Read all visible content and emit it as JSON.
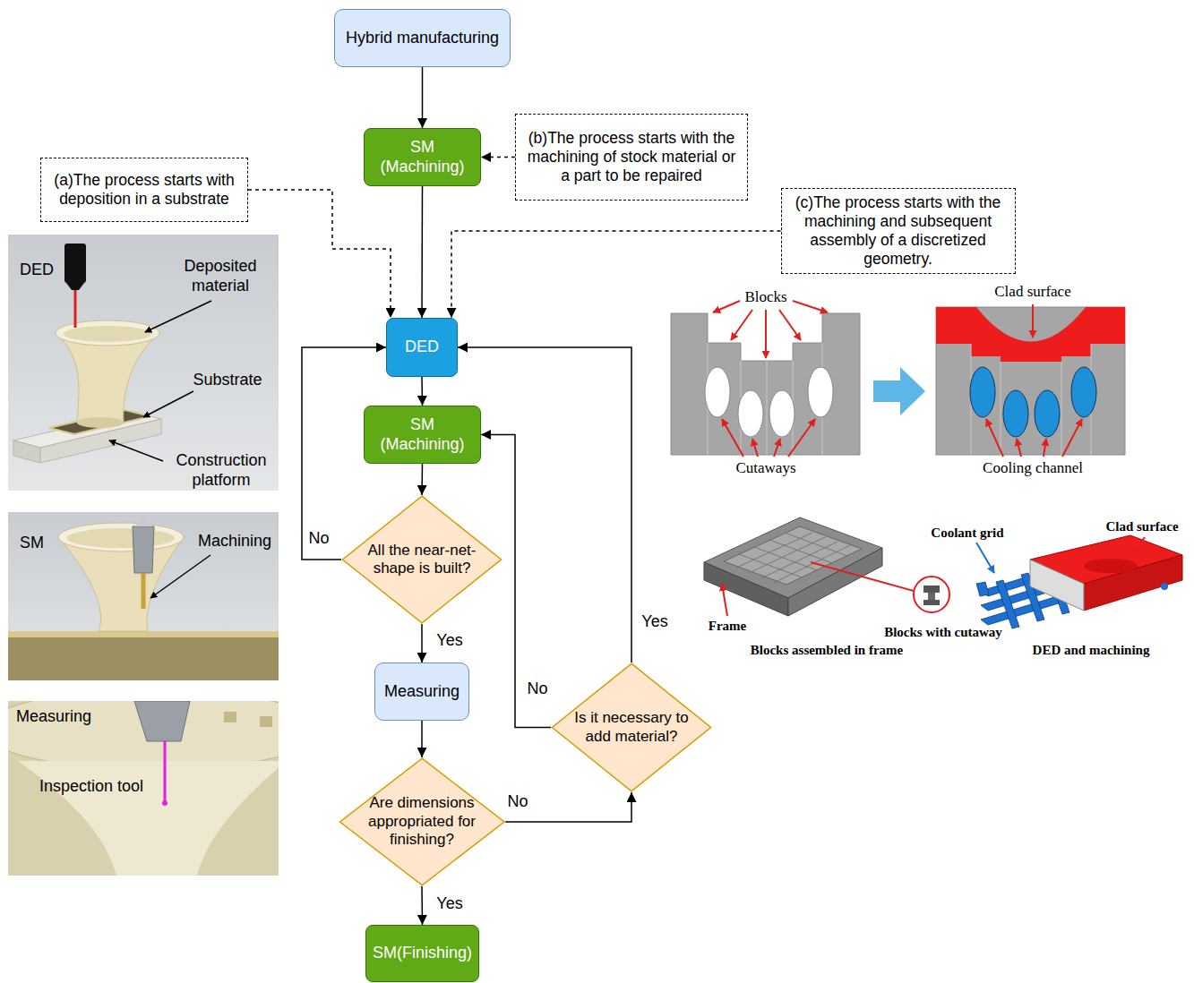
{
  "diagram": {
    "nodes": [
      {
        "text": [
          "Hybrid manufacturing"
        ]
      },
      {
        "text": [
          "SM (Machining)"
        ]
      },
      {
        "text": [
          "(b)The process starts with the machining of stock material or a part to be repaired"
        ]
      },
      {
        "text": [
          "(a)The process starts with deposition in a substrate"
        ]
      },
      {
        "text": [
          "(c)The process starts with the machining and subsequent assembly of a discretized geometry."
        ]
      },
      {
        "text": [
          "DED"
        ]
      },
      {
        "text": [
          "SM (Machining)"
        ]
      },
      {
        "text": [
          "All the near-net-shape is built?"
        ]
      },
      {
        "text": [
          "Measuring"
        ]
      },
      {
        "text": [
          "Are dimensions appropriated for finishing?"
        ]
      },
      {
        "text": [
          "Is it necessary to add material?"
        ]
      },
      {
        "text": [
          "SM(Finishing)"
        ]
      }
    ],
    "edges": [
      {
        "from": 0,
        "to": 1,
        "arrow": "to"
      },
      {
        "from": 1,
        "to": 5,
        "arrow": "to"
      },
      {
        "from": 2,
        "to": 1,
        "arrow": "to"
      },
      {
        "from": 3,
        "to": 5,
        "arrow": "to"
      },
      {
        "from": 4,
        "to": 5,
        "arrow": "to"
      },
      {
        "from": 5,
        "to": 6,
        "arrow": "to"
      },
      {
        "from": 6,
        "to": 7,
        "arrow": "to"
      },
      {
        "from": 7,
        "to": 5,
        "label": "No",
        "arrow": "to"
      },
      {
        "from": 7,
        "to": 8,
        "label": "Yes",
        "arrow": "to"
      },
      {
        "from": 8,
        "to": 9,
        "arrow": "to"
      },
      {
        "from": 9,
        "to": 11,
        "label": "Yes",
        "arrow": "to"
      },
      {
        "from": 9,
        "to": 10,
        "label": "No",
        "arrow": "to"
      },
      {
        "from": 10,
        "to": 5,
        "label": "Yes",
        "arrow": "to"
      },
      {
        "from": 10,
        "to": 6,
        "label": "No",
        "arrow": "to"
      }
    ],
    "labels": [
      "DED",
      "Deposited material",
      "Substrate",
      "Construction platform",
      "SM",
      "Machining",
      "Measuring",
      "Inspection tool",
      "Blocks",
      "Cutaways",
      "Clad surface",
      "Cooling channel",
      "Frame",
      "Blocks with cutaway",
      "Blocks assembled in frame",
      "Coolant grid",
      "Clad surface",
      "DED and machining"
    ]
  }
}
